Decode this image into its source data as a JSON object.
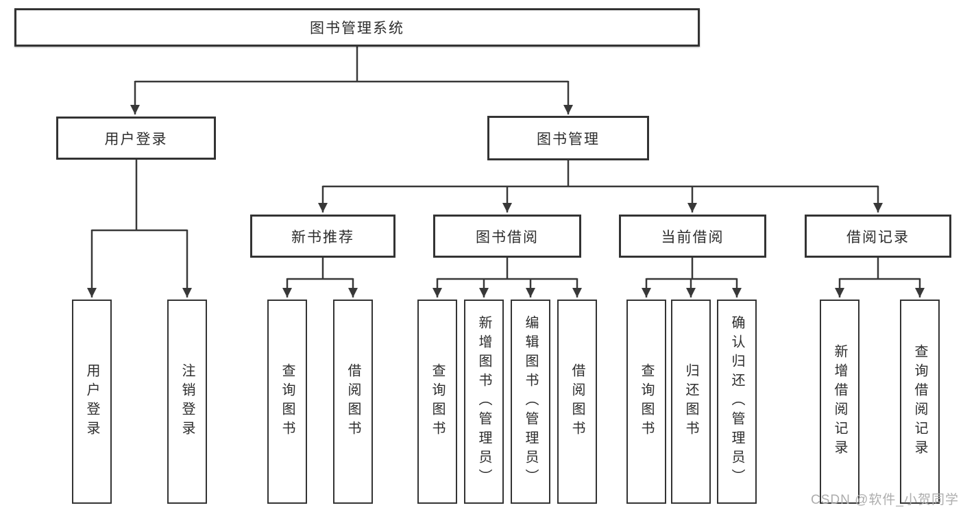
{
  "diagram": {
    "root": {
      "label": "图书管理系统"
    },
    "branches": [
      {
        "label": "用户登录",
        "children": [
          {
            "label": "用户登录"
          },
          {
            "label": "注销登录"
          }
        ]
      },
      {
        "label": "图书管理",
        "children": [
          {
            "label": "新书推荐",
            "children": [
              {
                "label": "查询图书"
              },
              {
                "label": "借阅图书"
              }
            ]
          },
          {
            "label": "图书借阅",
            "children": [
              {
                "label": "查询图书"
              },
              {
                "label": "新增图书（管理员）"
              },
              {
                "label": "编辑图书（管理员）"
              },
              {
                "label": "借阅图书"
              }
            ]
          },
          {
            "label": "当前借阅",
            "children": [
              {
                "label": "查询图书"
              },
              {
                "label": "归还图书"
              },
              {
                "label": "确认归还（管理员）"
              }
            ]
          },
          {
            "label": "借阅记录",
            "children": [
              {
                "label": "新增借阅记录"
              },
              {
                "label": "查询借阅记录"
              }
            ]
          }
        ]
      }
    ]
  },
  "watermark": "CSDN @软件_小贺同学",
  "colors": {
    "line": "#383838",
    "box_border": "#333333",
    "text": "#2d2d2d",
    "watermark": "#adadad",
    "background": "#ffffff"
  }
}
